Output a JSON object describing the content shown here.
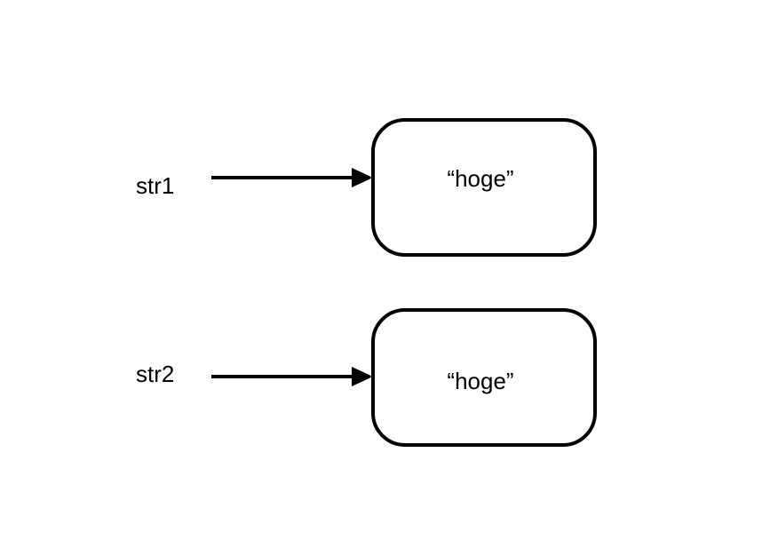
{
  "references": [
    {
      "variable": "str1",
      "value": "“hoge”"
    },
    {
      "variable": "str2",
      "value": "“hoge”"
    }
  ],
  "colors": {
    "stroke": "#000000",
    "background": "#ffffff"
  }
}
